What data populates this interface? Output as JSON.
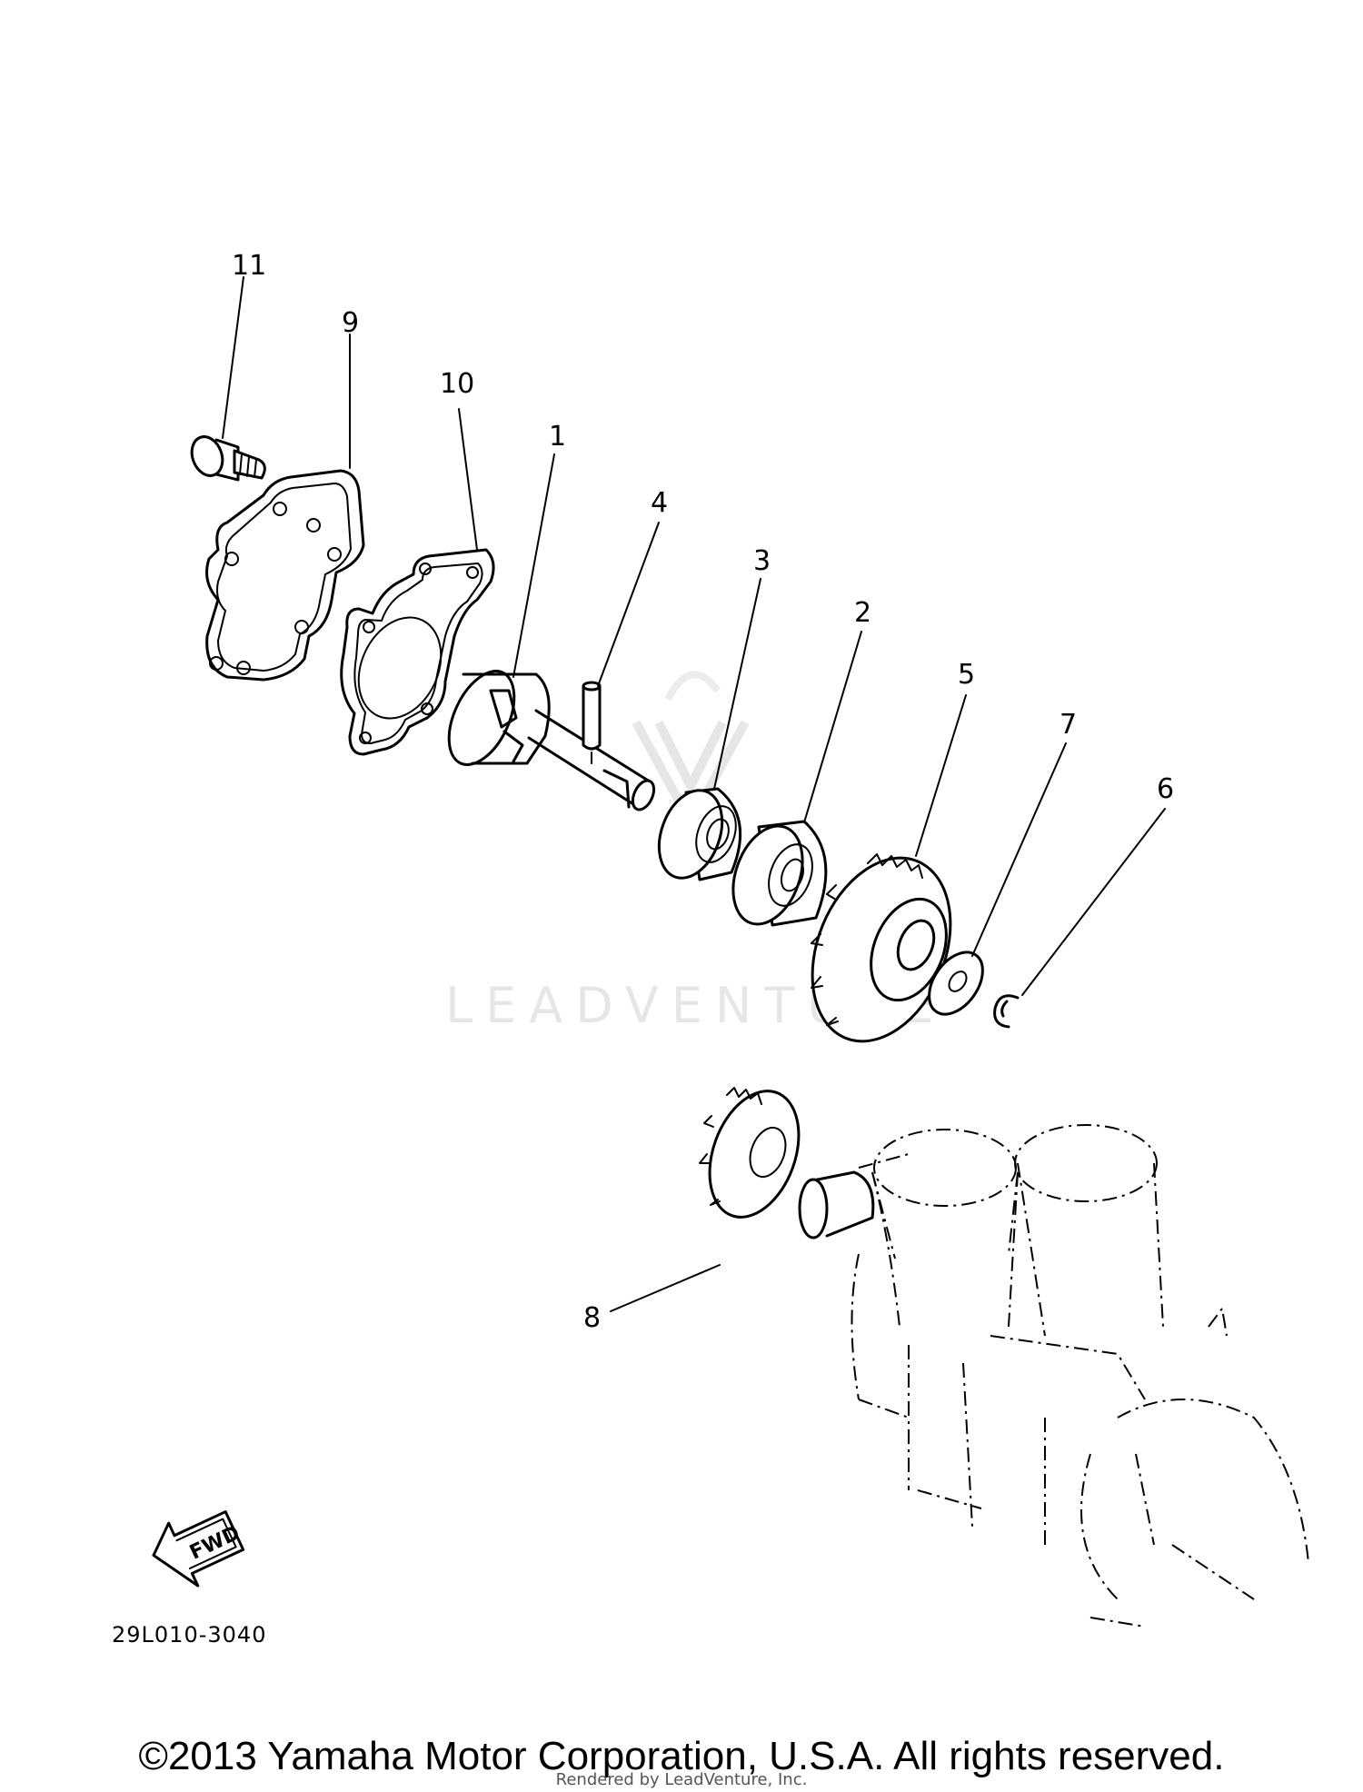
{
  "diagram": {
    "callouts": [
      "1",
      "2",
      "3",
      "4",
      "5",
      "6",
      "7",
      "8",
      "9",
      "10",
      "11"
    ],
    "fwd_label": "FWD",
    "code": "29L010-3040"
  },
  "watermark": {
    "text": "LEADVENTURE"
  },
  "footer": {
    "copyright": "©2013 Yamaha Motor Corporation, U.S.A. All rights reserved.",
    "rendered_by": "Rendered by LeadVenture, Inc."
  }
}
